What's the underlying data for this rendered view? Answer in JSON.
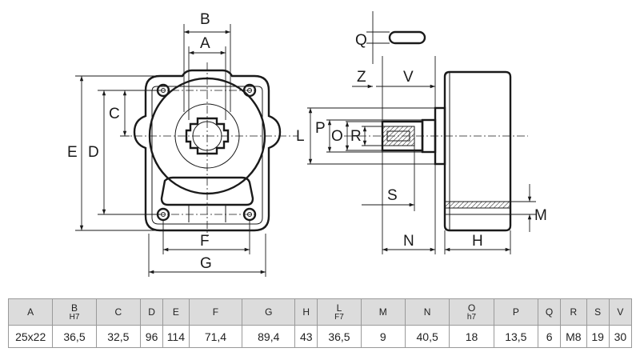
{
  "drawing": {
    "front_labels": {
      "A": "A",
      "B": "B",
      "C": "C",
      "D": "D",
      "E": "E",
      "F": "F",
      "G": "G"
    },
    "side_labels": {
      "Q": "Q",
      "Z": "Z",
      "V": "V",
      "L": "L",
      "P": "P",
      "O": "O",
      "R": "R",
      "S": "S",
      "N": "N",
      "H": "H",
      "M": "M"
    }
  },
  "table": {
    "columns": [
      {
        "label": "A",
        "sub": ""
      },
      {
        "label": "B",
        "sub": "H7"
      },
      {
        "label": "C",
        "sub": ""
      },
      {
        "label": "D",
        "sub": ""
      },
      {
        "label": "E",
        "sub": ""
      },
      {
        "label": "F",
        "sub": ""
      },
      {
        "label": "G",
        "sub": ""
      },
      {
        "label": "H",
        "sub": ""
      },
      {
        "label": "L",
        "sub": "F7"
      },
      {
        "label": "M",
        "sub": ""
      },
      {
        "label": "N",
        "sub": ""
      },
      {
        "label": "O",
        "sub": "h7"
      },
      {
        "label": "P",
        "sub": ""
      },
      {
        "label": "Q",
        "sub": ""
      },
      {
        "label": "R",
        "sub": ""
      },
      {
        "label": "S",
        "sub": ""
      },
      {
        "label": "V",
        "sub": ""
      }
    ],
    "values": [
      "25x22",
      "36,5",
      "32,5",
      "96",
      "114",
      "71,4",
      "89,4",
      "43",
      "36,5",
      "9",
      "40,5",
      "18",
      "13,5",
      "6",
      "M8",
      "19",
      "30"
    ]
  }
}
